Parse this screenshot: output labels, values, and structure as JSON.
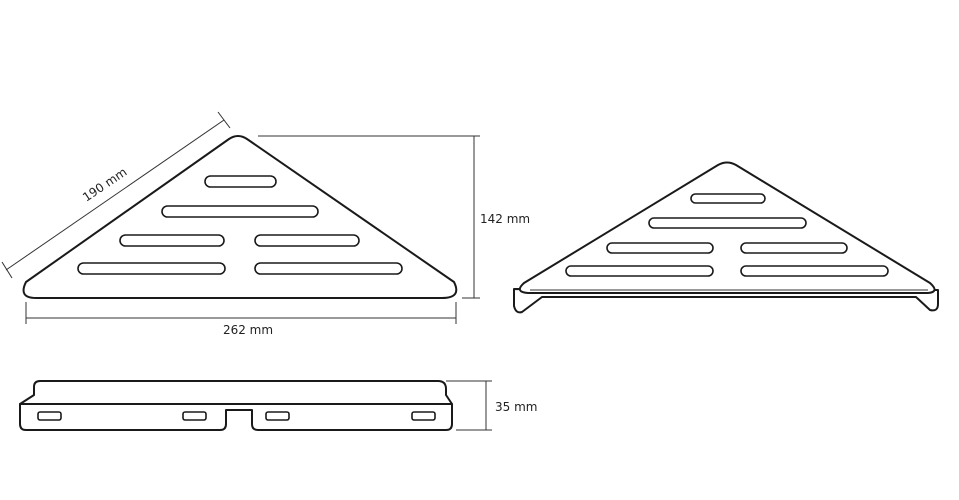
{
  "dimensions": {
    "diagonal": "190 mm",
    "height": "142 mm",
    "width": "262 mm",
    "depth": "35 mm"
  },
  "colors": {
    "line": "#1a1a1a",
    "background": "#ffffff"
  }
}
